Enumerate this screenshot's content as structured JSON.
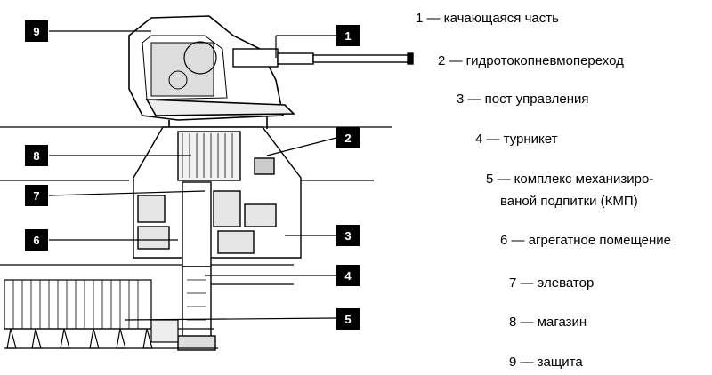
{
  "callouts": [
    "1",
    "2",
    "3",
    "4",
    "5",
    "6",
    "7",
    "8",
    "9"
  ],
  "legend": [
    "1 — качающаяся часть",
    "2 — гидротокопневмопереход",
    "3 — пост управления",
    "4 — турникет",
    "5 — комплекс механизиро-",
    "ваной подпитки (КМП)",
    "6 — агрегатное помещение",
    "7 — элеватор",
    "8 — магазин",
    "9 — защита"
  ]
}
